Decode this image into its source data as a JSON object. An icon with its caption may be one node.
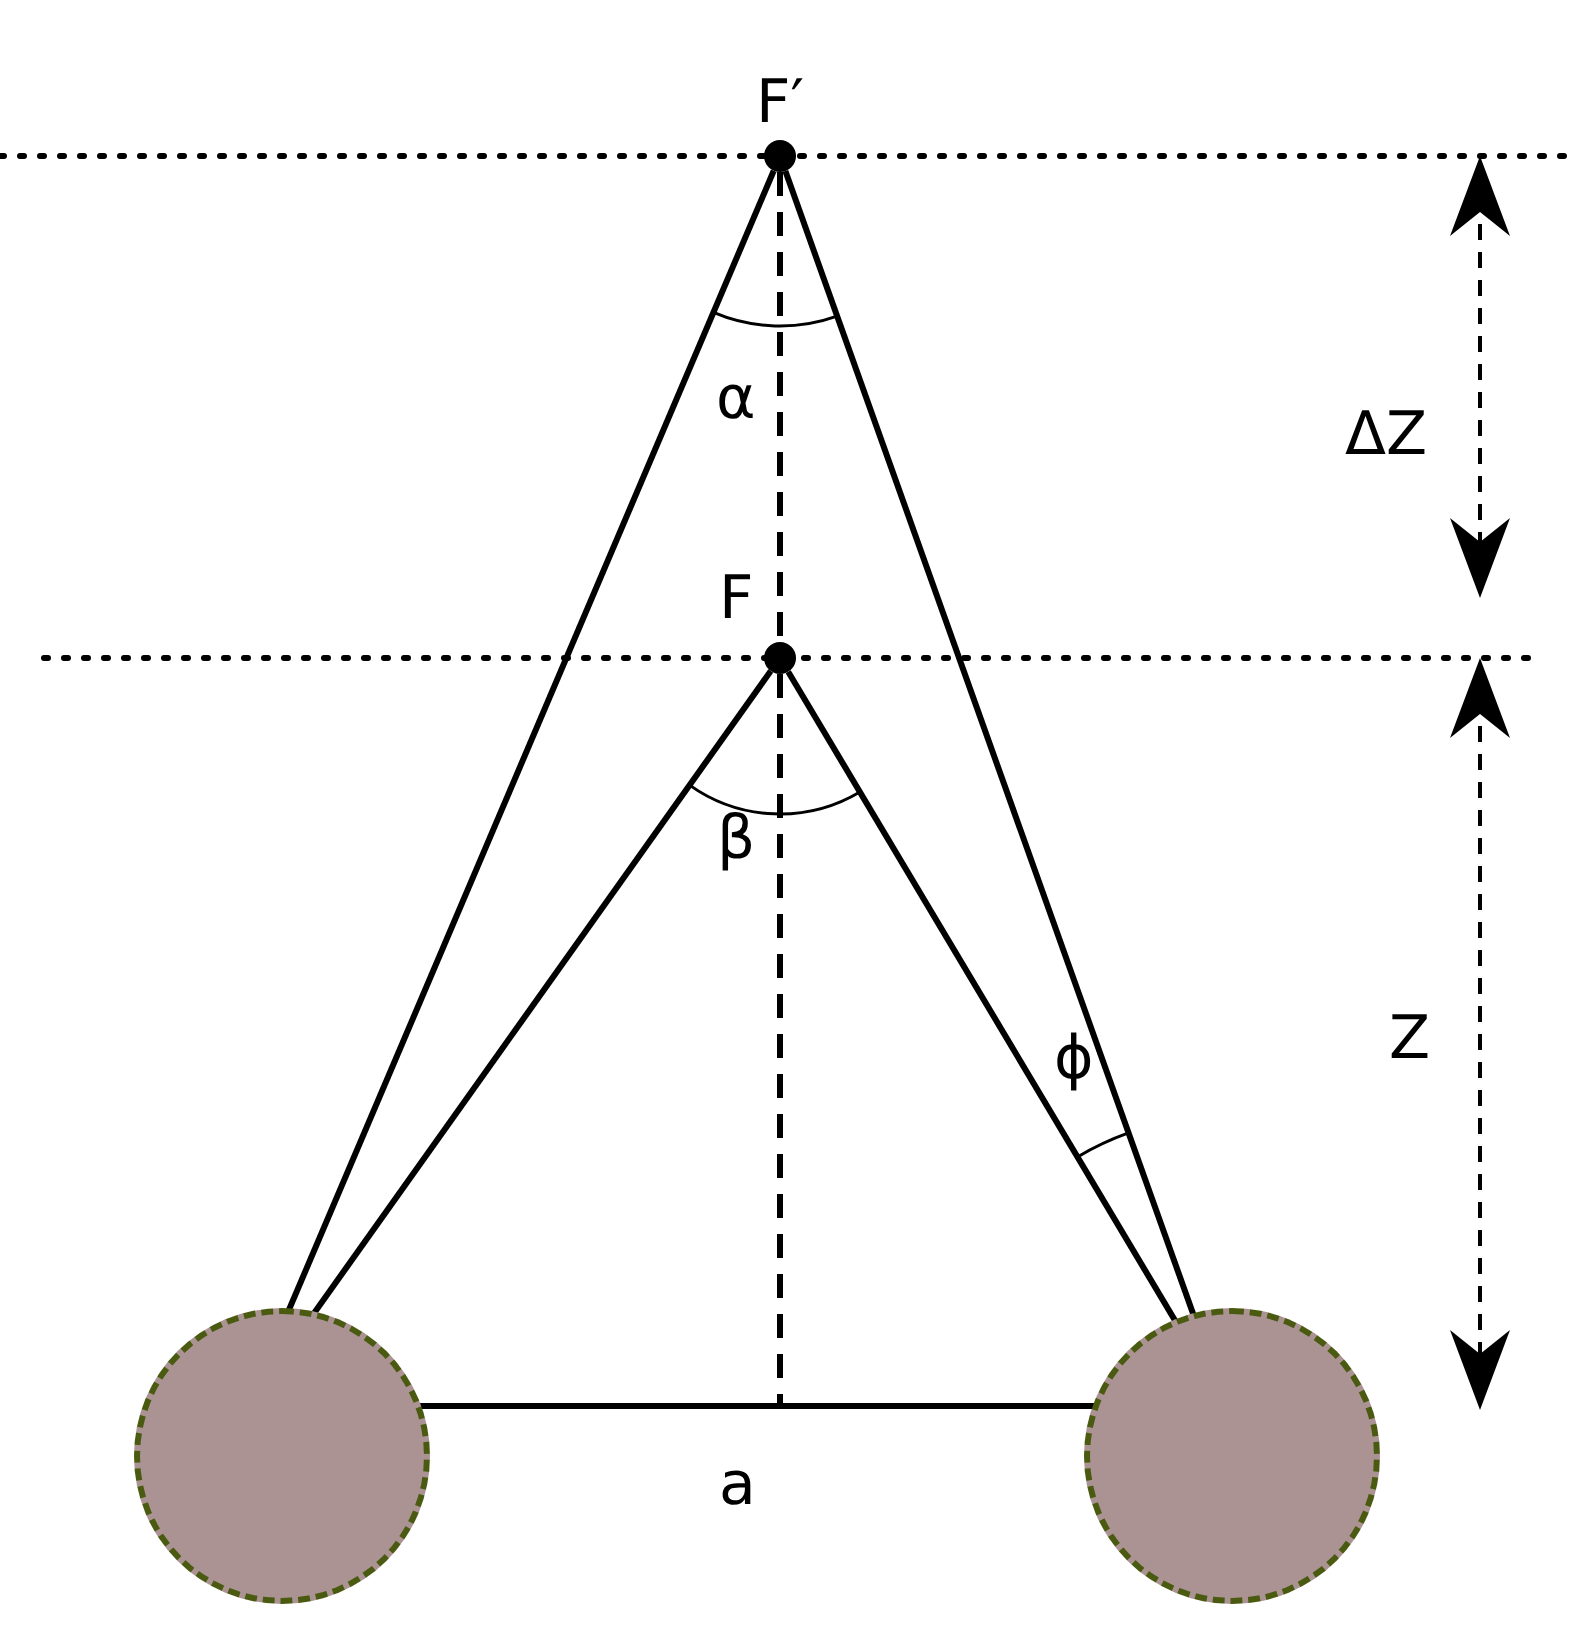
{
  "diagram": {
    "nodes": [
      {
        "text": [
          "F′"
        ]
      },
      {
        "text": [
          "F"
        ]
      },
      {
        "text": [],
        "shape": "circle"
      },
      {
        "text": [],
        "shape": "circle"
      }
    ],
    "edges": [
      {
        "from": 0,
        "to": 2,
        "arrow": "none"
      },
      {
        "from": 0,
        "to": 3,
        "arrow": "none"
      },
      {
        "from": 1,
        "to": 2,
        "arrow": "none"
      },
      {
        "from": 1,
        "to": 3,
        "arrow": "none"
      },
      {
        "from": 2,
        "to": 3,
        "arrow": "none",
        "label": "a"
      },
      {
        "from": 0,
        "to": 1,
        "arrow": "none",
        "style": "dashed"
      },
      {
        "from": 1,
        "to": null,
        "arrow": "none",
        "style": "dashed"
      }
    ],
    "labels": [
      "α",
      "ΔZ",
      "β",
      "Z",
      "ϕ"
    ]
  }
}
